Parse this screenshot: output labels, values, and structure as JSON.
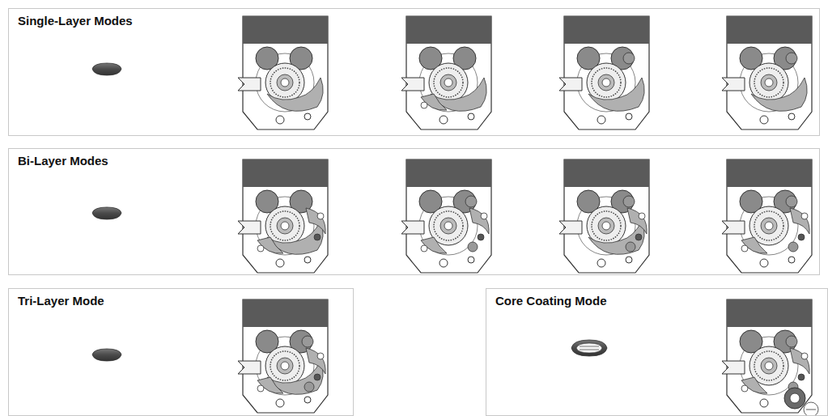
{
  "diagram": {
    "nodes": [
      {
        "text": [
          "Single-Layer Modes"
        ]
      },
      {
        "text": [
          "Bi-Layer Modes"
        ]
      },
      {
        "text": [
          "Tri-Layer Mode"
        ]
      },
      {
        "text": [
          "Core Coating Mode"
        ]
      }
    ]
  }
}
